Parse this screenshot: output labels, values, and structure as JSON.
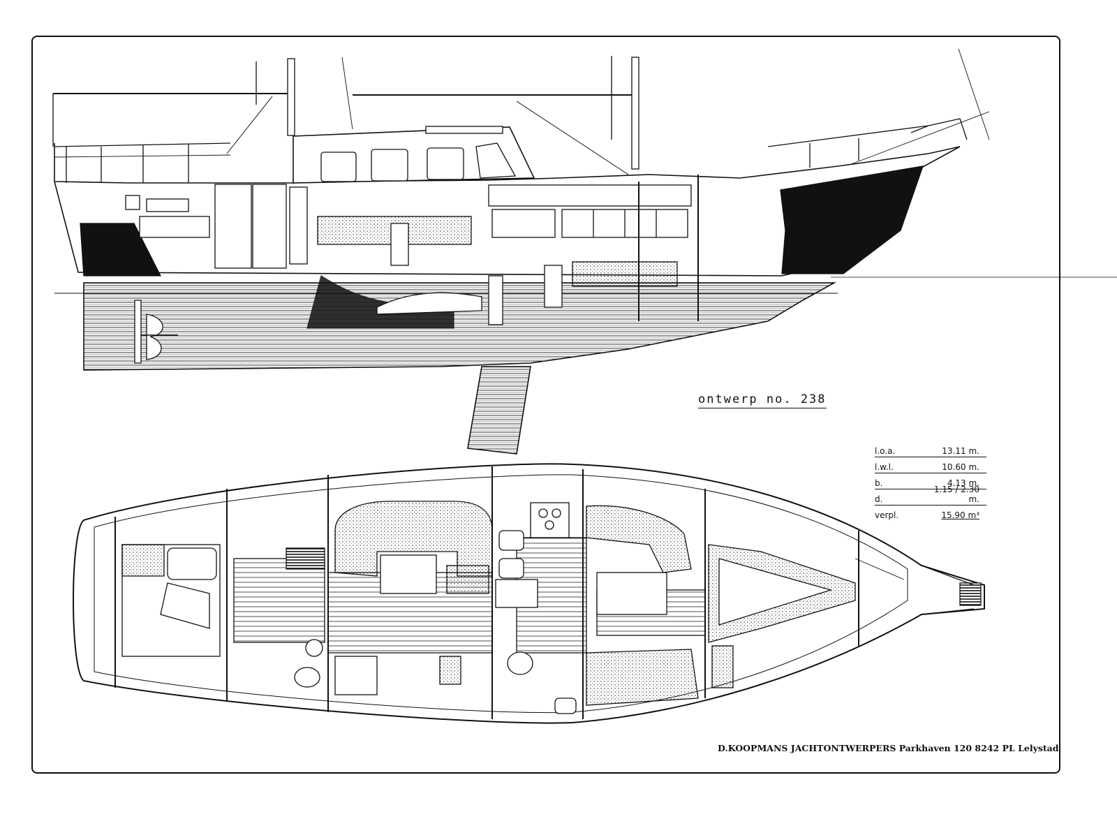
{
  "design": {
    "title": "ontwerp no. 238"
  },
  "specifications": [
    {
      "label": "l.o.a.",
      "value": "13.11",
      "unit": "m."
    },
    {
      "label": "l.w.l.",
      "value": "10.60",
      "unit": "m."
    },
    {
      "label": "b.",
      "value": "4.13",
      "unit": "m."
    },
    {
      "label": "d.",
      "value": "1.15 / 2.30",
      "unit": "m."
    },
    {
      "label": "verpl.",
      "value": "15.90",
      "unit": "m³"
    }
  ],
  "footer": {
    "text": "D.KOOPMANS JACHTONTWERPERS Parkhaven 120 8242 PL Lelystad"
  },
  "colors": {
    "ink": "#111111",
    "paper": "#ffffff"
  }
}
